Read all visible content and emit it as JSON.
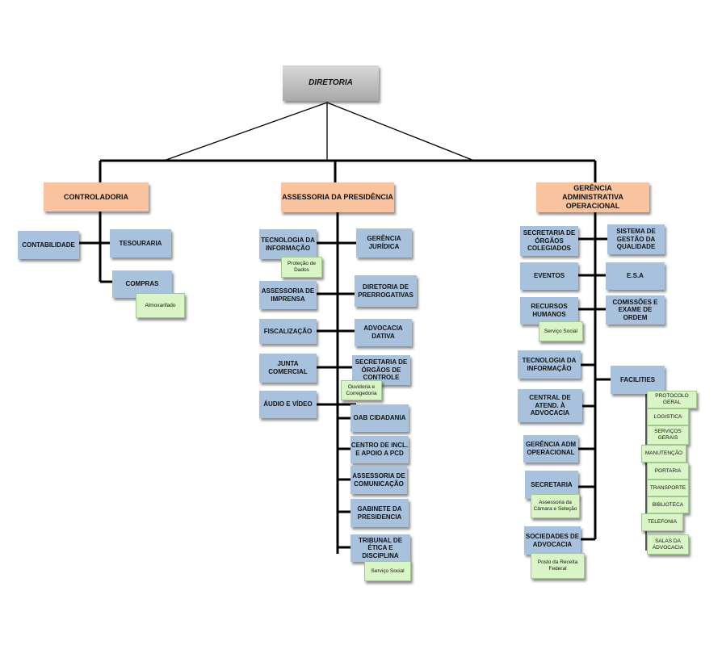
{
  "root": "DIRETORIA",
  "departments": {
    "controladoria": "CONTROLADORIA",
    "assessoria_presidencia": "ASSESSORIA DA PRESIDÊNCIA",
    "gerencia_adm": "GERÊNCIA  ADMINISTRATIVA OPERACIONAL"
  },
  "controladoria_units": {
    "contabilidade": "CONTABILIDADE",
    "tesouraria": "TESOURARIA",
    "compras": "COMPRAS",
    "almoxarifado": "Almoxarifado"
  },
  "assessoria_units": {
    "tecnologia": "TECNOLOGIA DA INFORMAÇÃO",
    "protecao_dados": "Proteção de Dados",
    "assessoria_imprensa": "ASSESSORIA DE IMPRENSA",
    "fiscalizacao": "FISCALIZAÇÃO",
    "junta_comercial": "JUNTA COMERCIAL",
    "audio_video": "ÁUDIO E VÍDEO",
    "gerencia_juridica": "GERÊNCIA JURÍDICA",
    "diretoria_prerrogativas": "DIRETORIA DE PRERROGATIVAS",
    "advocacia_dativa": "ADVOCACIA DATIVA",
    "secretaria_orgaos_controle": "SECRETARIA DE ÓRGÃOS DE CONTROLE",
    "ouvidoria": "Ouvidoria e Corregedoria",
    "oab_cidadania": "OAB CIDADANIA",
    "centro_pcd": "CENTRO DE INCL. E APOIO A PCD",
    "assessoria_comunicacao": "ASSESSORIA DE COMUNICAÇÃO",
    "gabinete": "GABINETE DA PRESIDENCIA",
    "tribunal_etica": "TRIBUNAL DE ÉTICA E DISCIPLINA",
    "servico_social": "Serviço Social"
  },
  "gerencia_units": {
    "secretaria_colegiados": "SECRETARIA DE ÓRGÃOS COLEGIADOS",
    "eventos": "EVENTOS",
    "recursos_humanos": "RECURSOS HUMANOS",
    "servico_social": "Serviço Social",
    "tecnologia": "TECNOLOGIA DA INFORMAÇÃO",
    "central_atendimento": "CENTRAL DE ATEND. À ADVOCACIA",
    "gerencia_adm_operacional": "GERÊNCIA ADM OPERACIONAL",
    "secretaria": "SECRETARIA",
    "assessoria_camara": "Assessoria da Câmara e Seleção",
    "sociedades_advocacia": "SOCIEDADES DE ADVOCACIA",
    "posto_receita": "Posto da Receita Federal",
    "sistema_gestao": "SISTEMA DE GESTÃO DA QUALIDADE",
    "esa": "E.S.A",
    "comissoes": "COMISSÕES E EXAME DE ORDEM",
    "facilities": "FACILITIES"
  },
  "facilities_units": {
    "protocolo": "PROTOCOLO GERAL",
    "logistica": "LOGISTICA",
    "servicos_gerais": "SERVIÇOS GERAIS",
    "manutencao": "MANUTENÇÃO",
    "portaria": "PORTARIA",
    "transporte": "TRANSPORTE",
    "biblioteca": "BIBLIOTECA",
    "telefonia": "TELEFONIA",
    "salas_advocacia": "SALAS DA ADVOCACIA"
  }
}
